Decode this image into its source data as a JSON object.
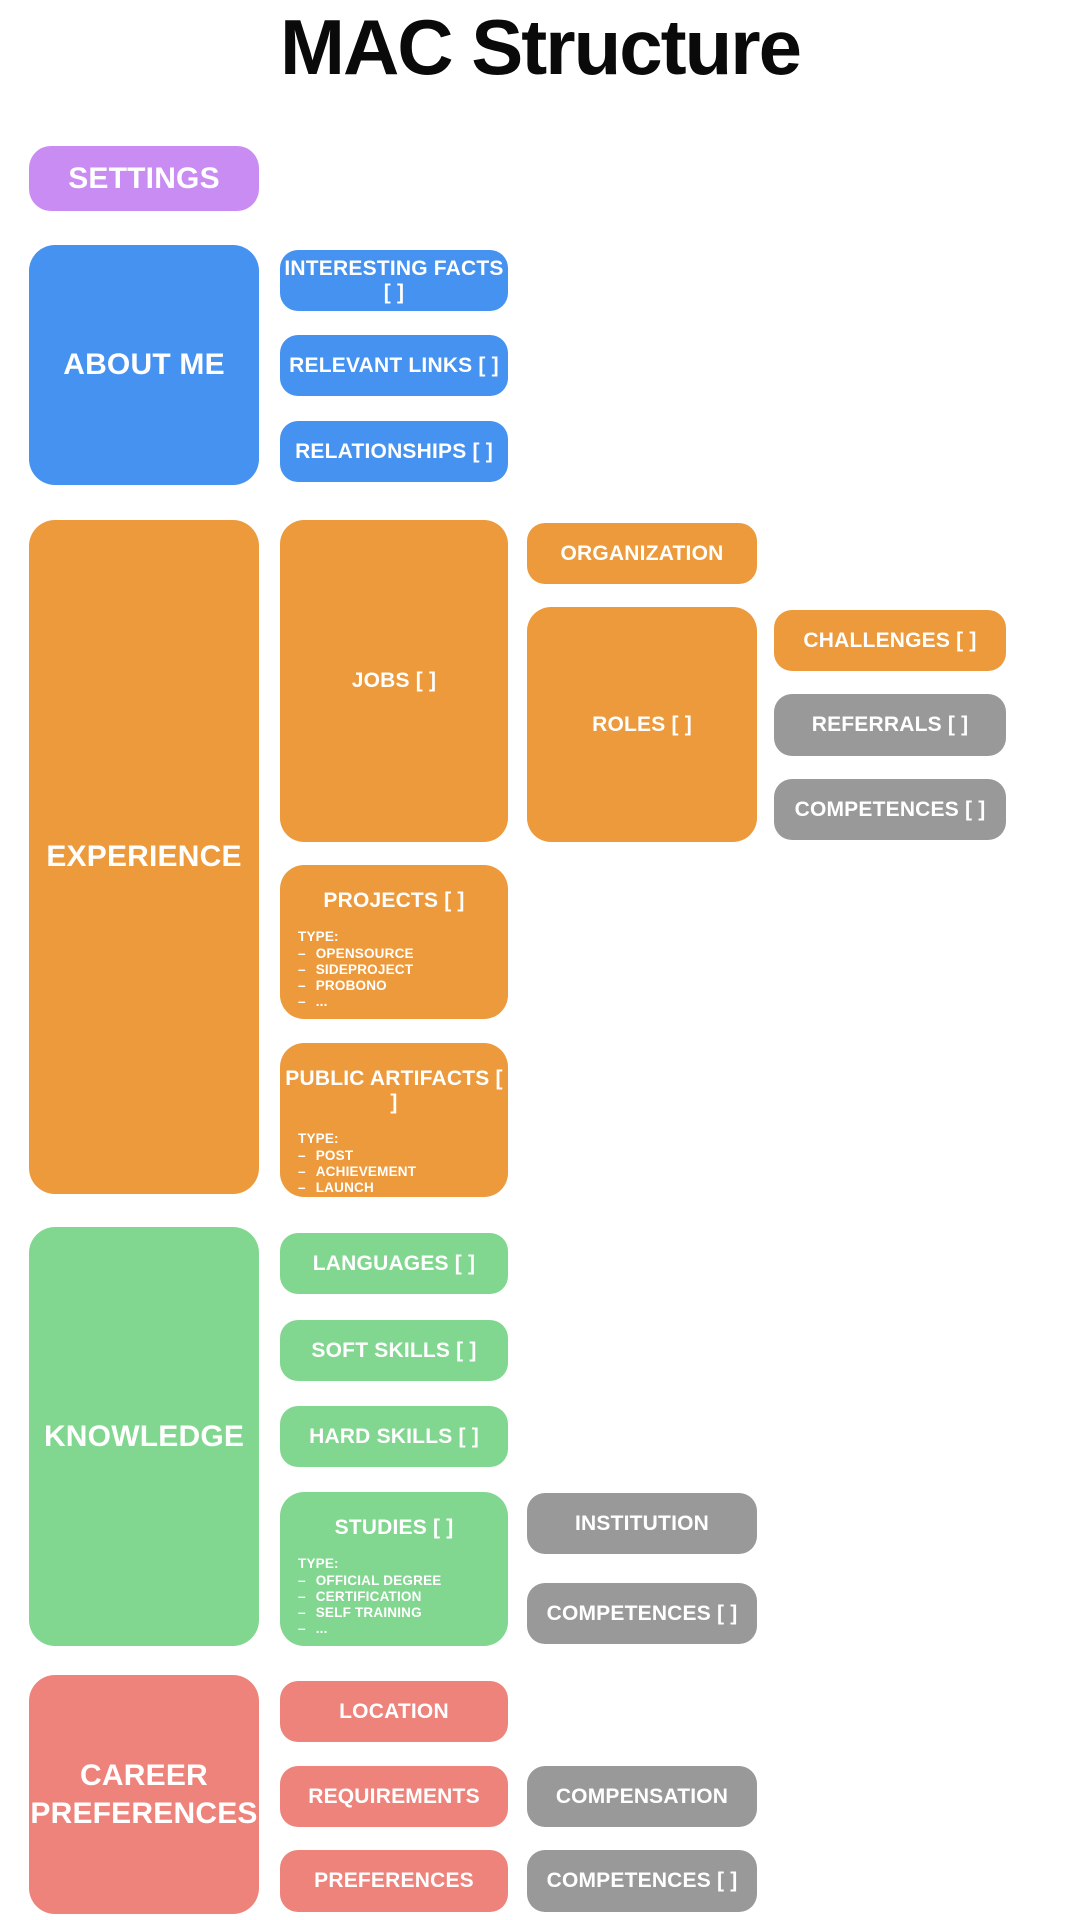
{
  "page": {
    "title": "MAC Structure"
  },
  "colors": {
    "purple": "#c98cf3",
    "blue": "#4592f0",
    "orange": "#ec9a3c",
    "green": "#81d78f",
    "salmon": "#ee837c",
    "gray": "#999999"
  },
  "settings": {
    "label": "SETTINGS"
  },
  "about": {
    "label": "ABOUT ME",
    "interesting_facts": "INTERESTING FACTS [ ]",
    "relevant_links": "RELEVANT LINKS [ ]",
    "relationships": "RELATIONSHIPS [ ]"
  },
  "experience": {
    "label": "EXPERIENCE",
    "jobs": "JOBS [ ]",
    "organization": "ORGANIZATION",
    "roles": "ROLES [ ]",
    "challenges": "CHALLENGES [ ]",
    "referrals": "REFERRALS [ ]",
    "competences": "COMPETENCES [ ]",
    "projects": {
      "label": "PROJECTS [ ]",
      "type_heading": "TYPE:",
      "types": [
        "OPENSOURCE",
        "SIDEPROJECT",
        "PROBONO",
        "..."
      ]
    },
    "public_artifacts": {
      "label": "PUBLIC ARTIFACTS [ ]",
      "type_heading": "TYPE:",
      "types": [
        "POST",
        "ACHIEVEMENT",
        "LAUNCH",
        "..."
      ]
    }
  },
  "knowledge": {
    "label": "KNOWLEDGE",
    "languages": "LANGUAGES [ ]",
    "soft_skills": "SOFT SKILLS [ ]",
    "hard_skills": "HARD SKILLS [ ]",
    "studies": {
      "label": "STUDIES [ ]",
      "type_heading": "TYPE:",
      "types": [
        "OFFICIAL DEGREE",
        "CERTIFICATION",
        "SELF TRAINING",
        "..."
      ]
    },
    "institution": "INSTITUTION",
    "competences": "COMPETENCES [ ]"
  },
  "career_preferences": {
    "label": "CAREER PREFERENCES",
    "location": "LOCATION",
    "requirements": "REQUIREMENTS",
    "preferences": "PREFERENCES",
    "compensation": "COMPENSATION",
    "competences": "COMPETENCES [ ]"
  },
  "misc": {
    "bullet": "–"
  }
}
